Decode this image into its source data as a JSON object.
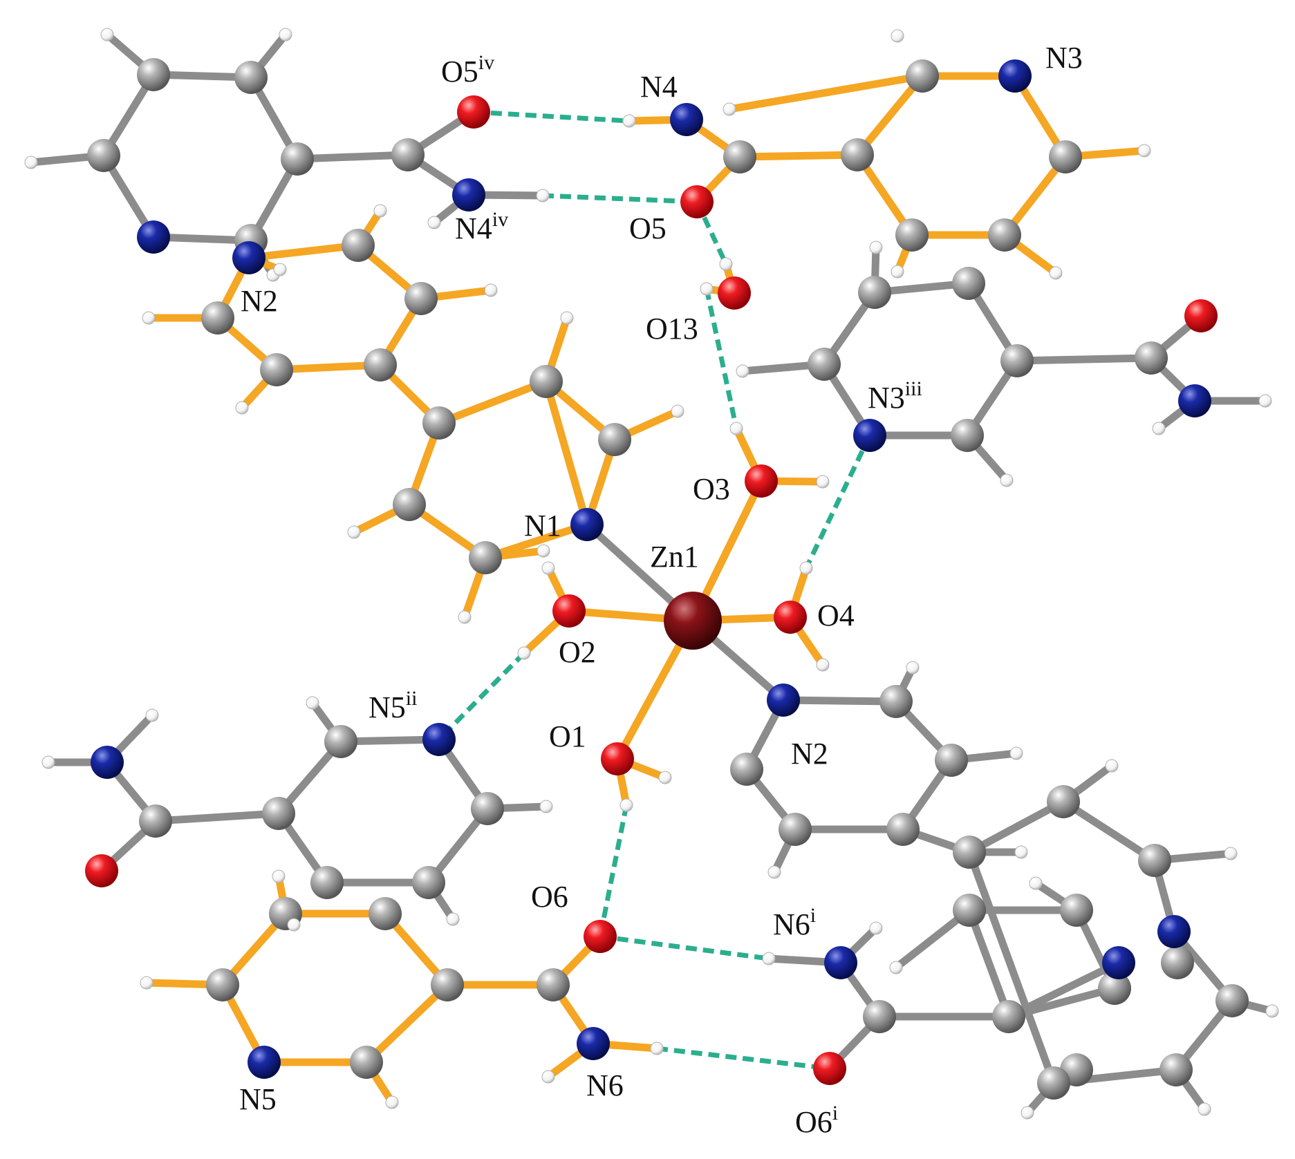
{
  "colors": {
    "carbon": "#8C8C8C",
    "nitrogen": "#0B1C8F",
    "oxygen": "#E8141B",
    "hydrogen": "#FFFFFF",
    "zinc": "#7A0E12",
    "bond_orange": "#F5A623",
    "bond_gray": "#8C8C8C",
    "hydrogen_bond": "#2BAE8E"
  },
  "labels": {
    "o5iv": {
      "base": "O5",
      "sup": "iv"
    },
    "n4": {
      "base": "N4",
      "sup": ""
    },
    "n3": {
      "base": "N3",
      "sup": ""
    },
    "n4iv": {
      "base": "N4",
      "sup": "iv"
    },
    "o5": {
      "base": "O5",
      "sup": ""
    },
    "n2_top": {
      "base": "N2",
      "sup": ""
    },
    "o13": {
      "base": "O13",
      "sup": ""
    },
    "n3iii": {
      "base": "N3",
      "sup": "iii"
    },
    "o3": {
      "base": "O3",
      "sup": ""
    },
    "n1": {
      "base": "N1",
      "sup": ""
    },
    "zn1": {
      "base": "Zn1",
      "sup": ""
    },
    "o4": {
      "base": "O4",
      "sup": ""
    },
    "o2": {
      "base": "O2",
      "sup": ""
    },
    "n5ii": {
      "base": "N5",
      "sup": "ii"
    },
    "o1": {
      "base": "O1",
      "sup": ""
    },
    "n2": {
      "base": "N2",
      "sup": ""
    },
    "o6": {
      "base": "O6",
      "sup": ""
    },
    "n6i": {
      "base": "N6",
      "sup": "i"
    },
    "n5": {
      "base": "N5",
      "sup": ""
    },
    "n6": {
      "base": "N6",
      "sup": ""
    },
    "o6i": {
      "base": "O6",
      "sup": "i"
    }
  }
}
